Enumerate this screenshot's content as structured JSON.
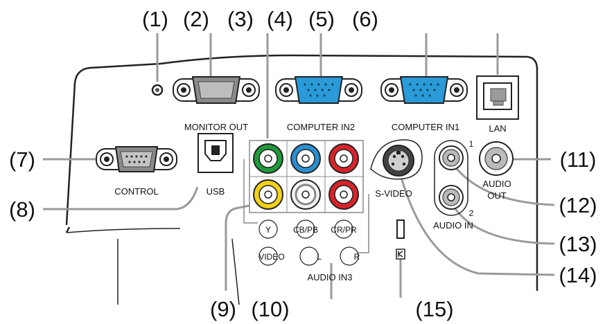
{
  "callouts": {
    "c1": "(1)",
    "c2": "(2)",
    "c3": "(3)",
    "c4": "(4)",
    "c5": "(5)",
    "c6": "(6)",
    "c7": "(7)",
    "c8": "(8)",
    "c9": "(9)",
    "c10": "(10)",
    "c11": "(11)",
    "c12": "(12)",
    "c13": "(13)",
    "c14": "(14)",
    "c15": "(15)"
  },
  "ports": {
    "monitor_out": "MONITOR OUT",
    "computer_in2": "COMPUTER IN2",
    "computer_in1": "COMPUTER IN1",
    "lan": "LAN",
    "control": "CONTROL",
    "usb": "USB",
    "s_video": "S-VIDEO",
    "audio_out_1": "AUDIO",
    "audio_out_2": "OUT",
    "audio_in": "AUDIO IN",
    "audio_in_1": "1",
    "audio_in_2": "2",
    "y": "Y",
    "cb_pb": "CB/PB",
    "cr_pr": "CR/PR",
    "video": "VIDEO",
    "l": "L",
    "r": "R",
    "audio_in3": "AUDIO IN3"
  },
  "colors": {
    "vga_blue": "#2a9ad8",
    "rca_green": "#1f9a3a",
    "rca_blue": "#2a8fd0",
    "rca_red": "#d8232a",
    "rca_yellow": "#f2d21a",
    "rca_white": "#f4f4f4",
    "line_gray": "#9a9a9a",
    "outline": "#222222"
  }
}
